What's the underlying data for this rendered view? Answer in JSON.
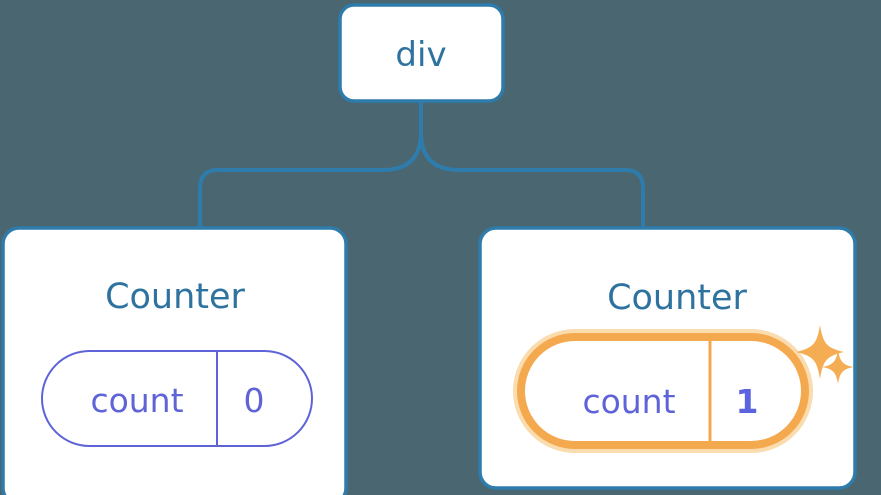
{
  "diagram": {
    "type": "component-tree",
    "background_color": "#4a6670",
    "root": {
      "label": "div",
      "text_color": "#2e73a0",
      "fill": "#ffffff",
      "border_color": "#2e7cab"
    },
    "connector": {
      "color": "#2e7cab",
      "style": "orthogonal-rounded"
    },
    "children": [
      {
        "title": "Counter",
        "title_color": "#2e73a0",
        "card_fill": "#ffffff",
        "card_border": "#2e7cab",
        "state": {
          "key": "count",
          "value": "0",
          "highlighted": false,
          "border_color": "#5f63d8",
          "text_color": "#5f63d8",
          "value_bold": false
        },
        "sparkles": false
      },
      {
        "title": "Counter",
        "title_color": "#2e73a0",
        "card_fill": "#ffffff",
        "card_border": "#2e7cab",
        "state": {
          "key": "count",
          "value": "1",
          "highlighted": true,
          "border_color": "#f5a94e",
          "glow_color": "#fbdcae",
          "text_color": "#5f63d8",
          "value_bold": true
        },
        "sparkles": true,
        "sparkle_color": "#f5ad54",
        "sparkle_names": [
          "sparkle-large-icon",
          "sparkle-small-icon"
        ]
      }
    ]
  }
}
